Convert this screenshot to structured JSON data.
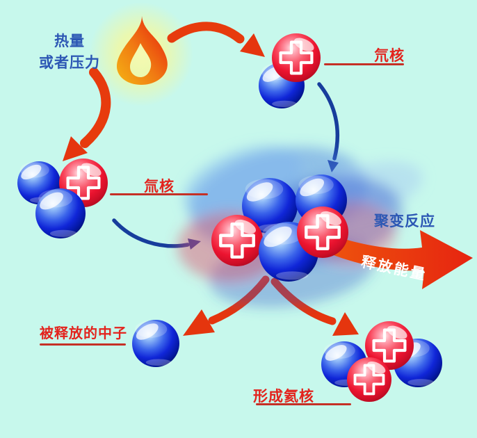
{
  "labels": {
    "heat_or_pressure": {
      "line1": "热量",
      "line2": "或者压力",
      "color": "#2c57b4"
    },
    "deuterium_nucleus": {
      "text": "氘核",
      "color": "#e3231d"
    },
    "tritium_nucleus": {
      "text": "氚核",
      "color": "#e3231d"
    },
    "fusion_reaction": {
      "text": "聚变反应",
      "color": "#2c57b4"
    },
    "release_energy": {
      "text": "释放能量",
      "color": "#ffffff"
    },
    "released_neutron": {
      "text": "被释放的中子",
      "color": "#e3231d"
    },
    "helium_nucleus_formed": {
      "text": "形成氦核",
      "color": "#e3231d"
    }
  },
  "icons": {
    "flame": "flame-icon",
    "proton": "red-sphere-with-plus",
    "neutron": "blue-sphere"
  },
  "clusters": {
    "deuterium": {
      "protons": 1,
      "neutrons": 1
    },
    "tritium": {
      "protons": 1,
      "neutrons": 2
    },
    "fusion_cluster": {
      "protons": 2,
      "neutrons": 3
    },
    "free_neutron": {
      "protons": 0,
      "neutrons": 1
    },
    "helium": {
      "protons": 2,
      "neutrons": 2
    }
  },
  "colors": {
    "background": "#c7f8ec",
    "label_red": "#e3231d",
    "label_blue": "#2c57b4",
    "underline_red": "#c53026",
    "arrow_red": "#e73b0d",
    "arrow_blue": "#173d9c",
    "sphere_blue": "#1026d8",
    "sphere_red": "#ec1430",
    "flame_orange": "#f07a12"
  }
}
